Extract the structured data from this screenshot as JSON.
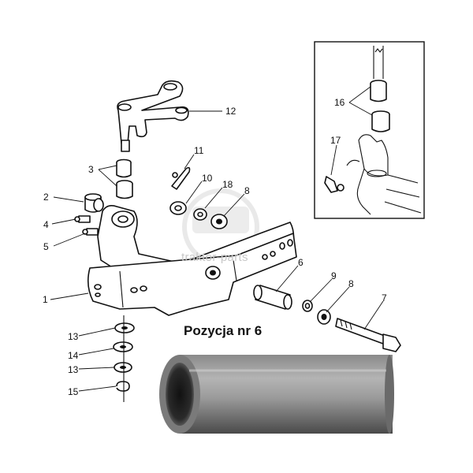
{
  "caption": "Pozycja nr 6",
  "watermark": "traktor-parts",
  "callouts": [
    {
      "id": "c1",
      "text": "1"
    },
    {
      "id": "c2",
      "text": "2"
    },
    {
      "id": "c3",
      "text": "3"
    },
    {
      "id": "c4",
      "text": "4"
    },
    {
      "id": "c5",
      "text": "5"
    },
    {
      "id": "c6",
      "text": "6"
    },
    {
      "id": "c7",
      "text": "7"
    },
    {
      "id": "c8a",
      "text": "8"
    },
    {
      "id": "c8b",
      "text": "8"
    },
    {
      "id": "c9",
      "text": "9"
    },
    {
      "id": "c10",
      "text": "10"
    },
    {
      "id": "c11",
      "text": "11"
    },
    {
      "id": "c12",
      "text": "12"
    },
    {
      "id": "c13a",
      "text": "13"
    },
    {
      "id": "c13b",
      "text": "13"
    },
    {
      "id": "c14",
      "text": "14"
    },
    {
      "id": "c15",
      "text": "15"
    },
    {
      "id": "c16",
      "text": "16"
    },
    {
      "id": "c17",
      "text": "17"
    },
    {
      "id": "c18",
      "text": "18"
    }
  ],
  "colors": {
    "ink": "#111111",
    "sleeve_dark": "#3a3a3a",
    "sleeve_light": "#a8a8a8"
  }
}
